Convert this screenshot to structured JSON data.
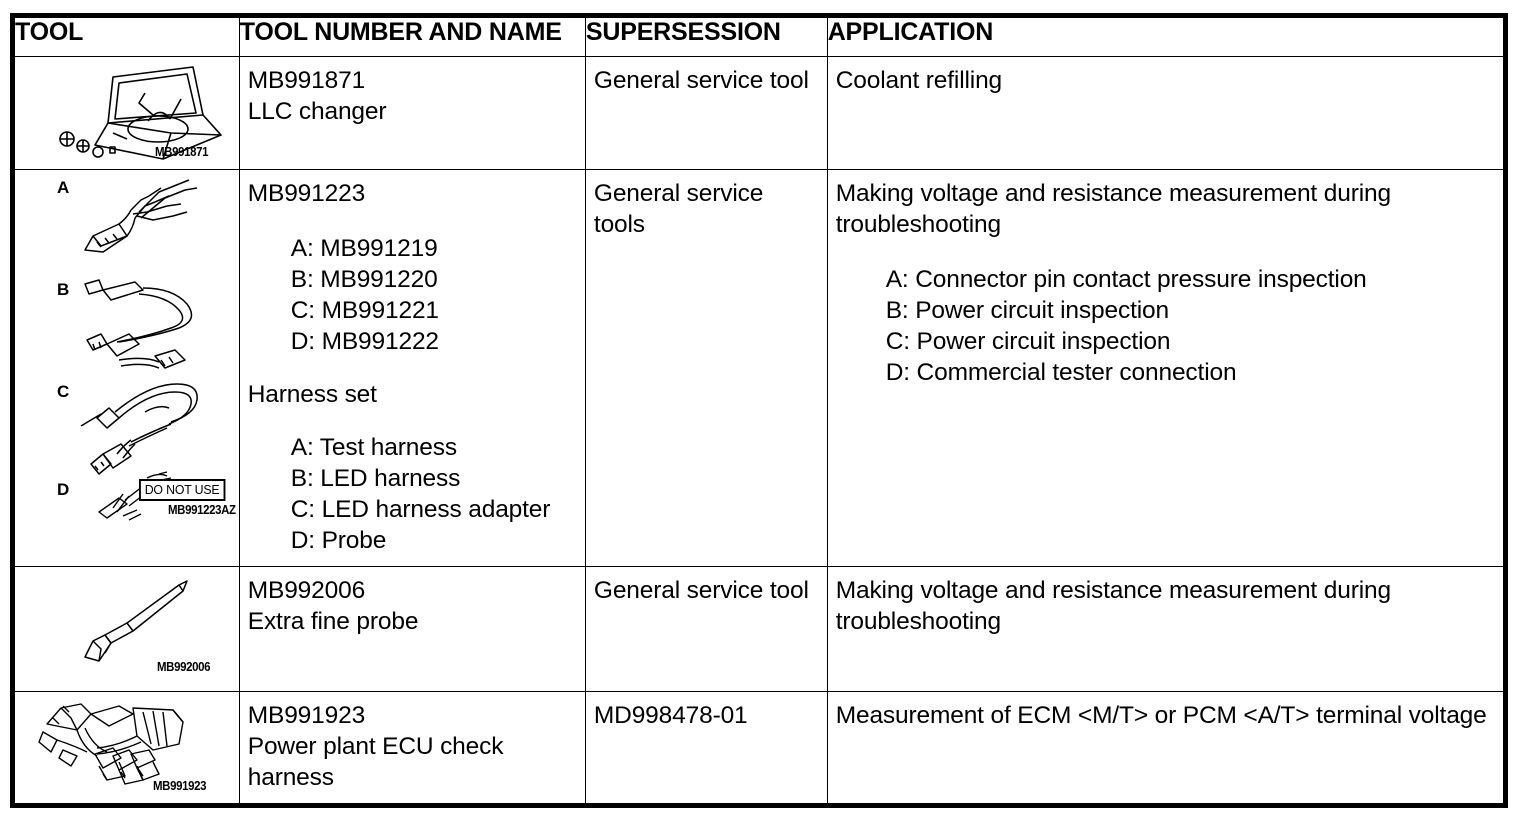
{
  "table": {
    "headers": [
      {
        "key": "tool",
        "label": "TOOL"
      },
      {
        "key": "number_name",
        "label": "TOOL NUMBER AND NAME"
      },
      {
        "key": "supersession",
        "label": "SUPERSESSION"
      },
      {
        "key": "application",
        "label": "APPLICATION"
      }
    ],
    "rows": [
      {
        "id": "row-mb991871",
        "illustration": {
          "caption": "MB991871",
          "alt": "LLC changer unit in open carrying case with adapter caps",
          "letters": []
        },
        "number": "MB991871",
        "name": "LLC changer",
        "supersession": "General service tool",
        "application": "Coolant refilling",
        "application_sub": []
      },
      {
        "id": "row-mb991223",
        "illustration": {
          "caption": "MB991223AZ",
          "alt": "Harness set: A test harness, B LED harness, C LED harness adapter, D probe",
          "letters": [
            "A",
            "B",
            "C",
            "D"
          ],
          "do_not_use_label": "DO NOT USE"
        },
        "number": "MB991223",
        "number_sub": [
          "A: MB991219",
          "B: MB991220",
          "C: MB991221",
          "D: MB991222"
        ],
        "name": "Harness set",
        "name_sub": [
          "A: Test harness",
          "B: LED harness",
          "C: LED harness adapter",
          "D: Probe"
        ],
        "supersession": "General service tools",
        "application": "Making voltage and resistance measurement during troubleshooting",
        "application_sub": [
          "A: Connector pin contact pressure inspection",
          "B: Power circuit inspection",
          "C: Power circuit inspection",
          "D: Commercial tester connection"
        ]
      },
      {
        "id": "row-mb992006",
        "illustration": {
          "caption": "MB992006",
          "alt": "Extra fine probe with pointed tip",
          "letters": []
        },
        "number": "MB992006",
        "name": "Extra fine probe",
        "supersession": "General service tool",
        "application": "Making voltage and resistance measurement during troubleshooting",
        "application_sub": []
      },
      {
        "id": "row-mb991923",
        "illustration": {
          "caption": "MB991923",
          "alt": "Power plant ECU check harness with multiple connectors",
          "letters": []
        },
        "number": "MB991923",
        "name": "Power plant ECU check harness",
        "supersession": "MD998478-01",
        "application": "Measurement of ECM <M/T> or PCM <A/T> terminal voltage",
        "application_sub": []
      }
    ]
  }
}
